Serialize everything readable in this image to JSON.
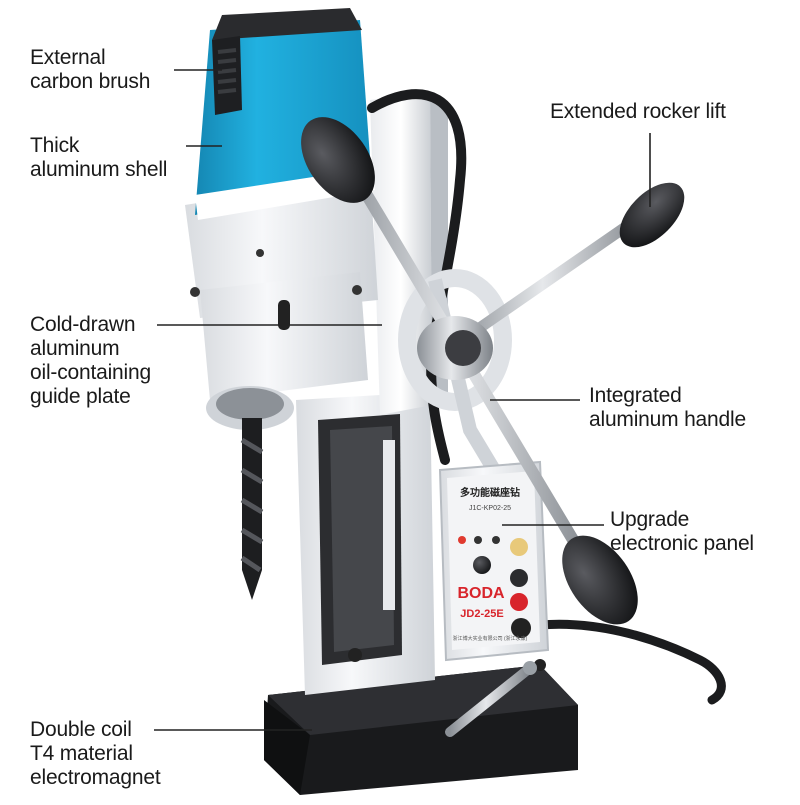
{
  "callouts": {
    "external_carbon_brush": [
      "External",
      "carbon brush"
    ],
    "thick_aluminum_shell": [
      "Thick",
      "aluminum shell"
    ],
    "cold_drawn_guide_plate": [
      "Cold-drawn",
      "aluminum",
      "oil-containing",
      "guide plate"
    ],
    "double_coil_electromagnet": [
      "Double coil",
      "T4 material",
      "electromagnet"
    ],
    "extended_rocker_lift": [
      "Extended rocker lift"
    ],
    "integrated_aluminum_handle": [
      "Integrated",
      "aluminum handle"
    ],
    "upgrade_electronic_panel": [
      "Upgrade",
      "electronic panel"
    ]
  },
  "panel": {
    "title": "多功能磁座钻",
    "model_top": "J1C-KP02-25",
    "brand": "BODA",
    "model": "JD2-25E",
    "maker": "浙江博大实业有限公司  (浙江永康)"
  },
  "colors": {
    "motor_blue": "#1aa3d4",
    "body_white": "#f2f3f5",
    "magnet_black": "#1e1f22",
    "knob_black": "#2a2b2e",
    "stop_red": "#d8242b",
    "line_color": "#222222"
  }
}
